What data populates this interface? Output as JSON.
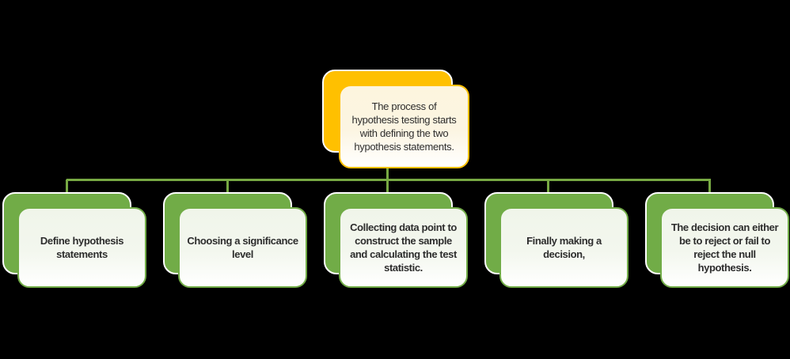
{
  "diagram": {
    "kind": "hierarchy-smartart",
    "background_color": "#000000",
    "colors": {
      "root_accent": "#FFC000",
      "root_front_fill_top": "#FDF5DE",
      "child_accent": "#71AC47",
      "child_front_fill_top": "#F0F5EA",
      "front_fill_bottom": "#FFFFFF",
      "back_outline": "#FFFFFF",
      "connector": "#77A943",
      "text": "#2D2D2D"
    },
    "root": {
      "text": "The process of hypothesis testing starts with defining the two hypothesis statements.",
      "lines": [
        "The process of",
        "hypothesis testing starts",
        "with defining the two",
        "hypothesis statements."
      ]
    },
    "children": [
      {
        "text": "Define hypothesis statements",
        "lines": [
          "Define hypothesis",
          "statements"
        ]
      },
      {
        "text": "Choosing a significance level",
        "lines": [
          "Choosing a significance",
          "level"
        ]
      },
      {
        "text": "Collecting data point to construct the sample and calculating the test statistic.",
        "lines": [
          "Collecting data point to",
          "construct the sample",
          "and calculating the test",
          "statistic."
        ]
      },
      {
        "text": "Finally making a decision,",
        "lines": [
          "Finally making a",
          "decision,"
        ]
      },
      {
        "text": "The decision can either be to reject or fail to reject the null hypothesis.",
        "lines": [
          "The decision can either",
          "be to reject or fail to",
          "reject the null",
          "hypothesis."
        ]
      }
    ]
  }
}
